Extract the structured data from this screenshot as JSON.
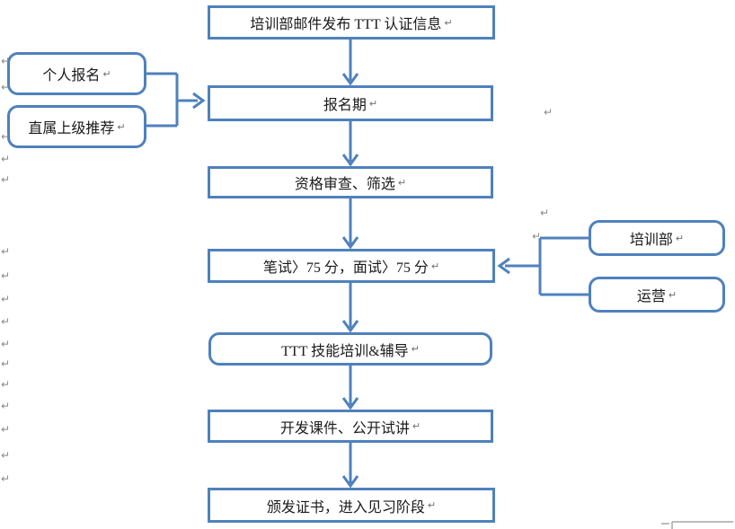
{
  "diagram": {
    "return_mark": "↵",
    "colors": {
      "accent": "#4F81BD",
      "mark": "#8a8a8a",
      "boundary": "#a6a6a6"
    },
    "main_steps": [
      {
        "label": "培训部邮件发布 TTT 认证信息"
      },
      {
        "label": "报名期"
      },
      {
        "label": "资格审查、筛选"
      },
      {
        "label": "笔试〉75 分，面试〉75 分"
      },
      {
        "label": "TTT 技能培训&辅导"
      },
      {
        "label": "开发课件、公开试讲"
      },
      {
        "label": "颁发证书，进入见习阶段"
      }
    ],
    "left_inputs": [
      {
        "label": "个人报名"
      },
      {
        "label": "直属上级推荐"
      }
    ],
    "right_inputs": [
      {
        "label": "培训部"
      },
      {
        "label": "运营"
      }
    ]
  }
}
